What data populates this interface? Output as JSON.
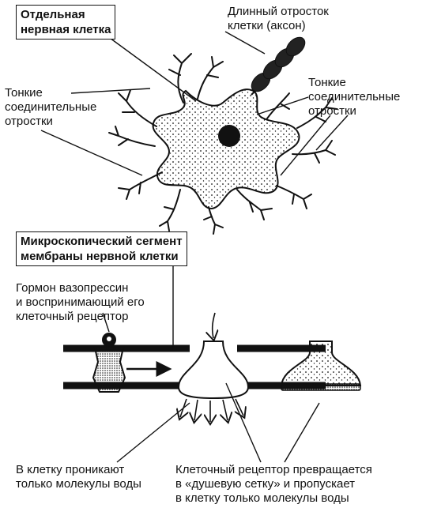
{
  "top": {
    "title": "Отдельная\nнервная клетка",
    "axon_label": "Длинный отросток\nклетки (аксон)",
    "left_dendrites_label": "Тонкие\nсоединительные\nотростки",
    "right_dendrites_label": "Тонкие\nсоединительные\nотростки"
  },
  "bottom": {
    "title": "Микроскопический сегмент\nмембраны нервной клетки",
    "hormone_label": "Гормон вазопрессин\nи воспринимающий его\nклеточный рецептор",
    "water_label": "В клетку проникают\nтолько молекулы воды",
    "receptor_label": "Клеточный рецептор превращается\nв «душевую сетку» и пропускает\nв клетку только молекулы воды"
  }
}
